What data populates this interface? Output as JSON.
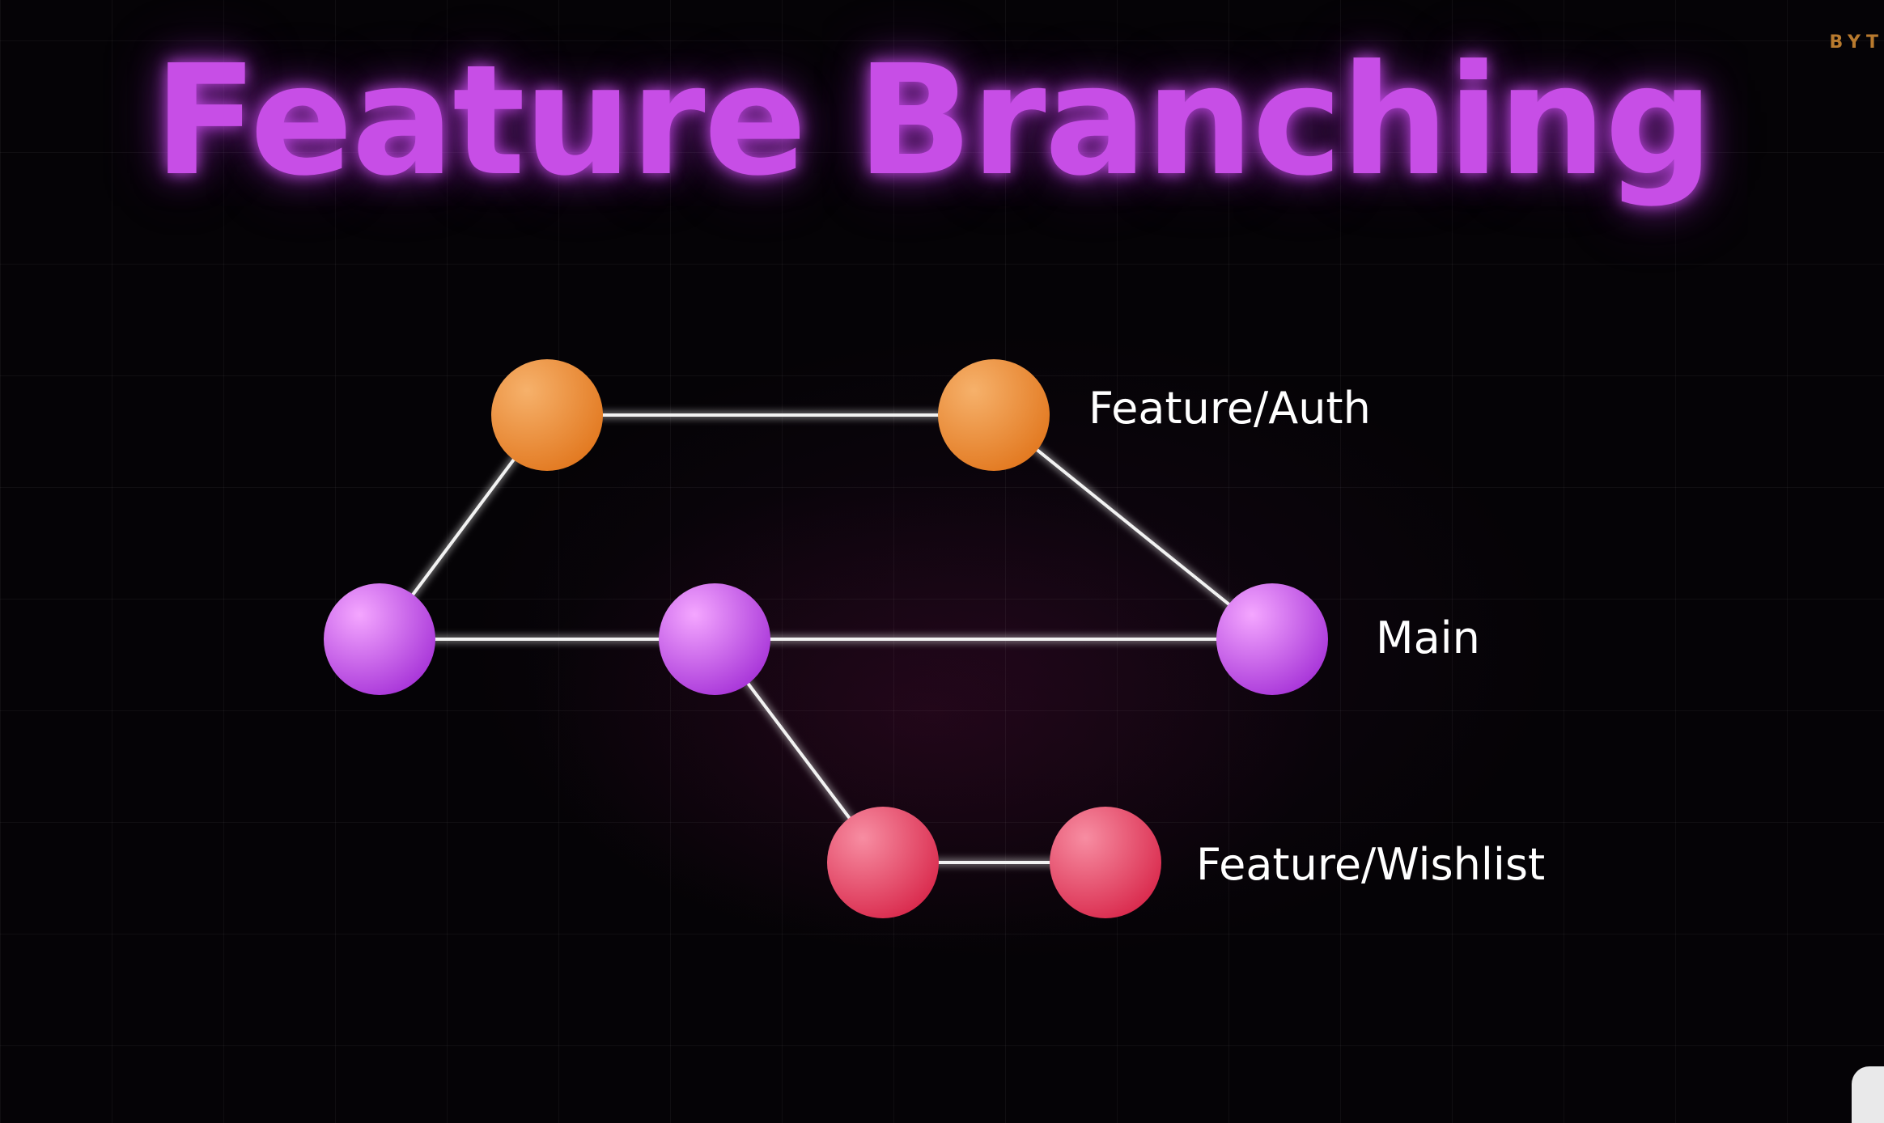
{
  "title": "Feature Branching",
  "branches": {
    "feature_auth": {
      "label": "Feature/Auth",
      "color_light": "#f6b16b",
      "color_dark": "#e2781f"
    },
    "main": {
      "label": "Main",
      "color_light": "#f4a6ff",
      "color_dark": "#a734d8"
    },
    "feature_wishlist": {
      "label": "Feature/Wishlist",
      "color_light": "#f78da2",
      "color_dark": "#d9294c"
    }
  },
  "connector_color": "#f2f2f2",
  "title_color": "#c74ee6",
  "watermark": {
    "text": "BYT"
  }
}
